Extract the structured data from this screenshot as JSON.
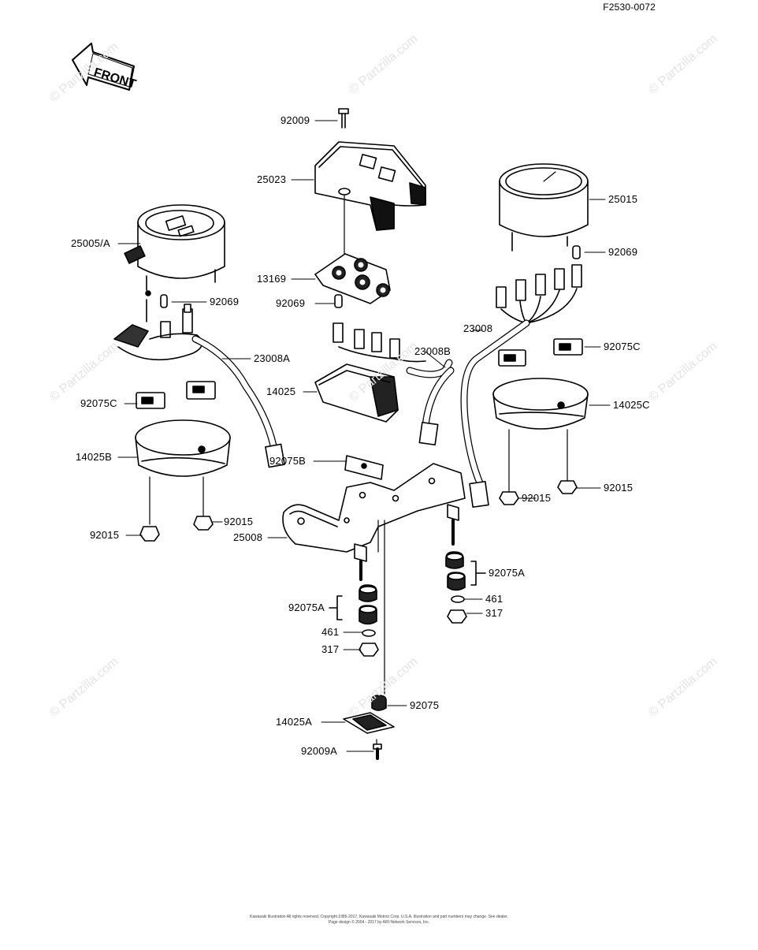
{
  "diagram_code": "F2530-0072",
  "front_arrow_label": "FRONT",
  "watermark": "© Partzilla.com",
  "labels": {
    "l92009": "92009",
    "l25023": "25023",
    "l25015": "25015",
    "l25005A": "25005/A",
    "l92069_right": "92069",
    "l13169": "13169",
    "l92069_center": "92069",
    "l92069_left": "92069",
    "l23008": "23008",
    "l23008A": "23008A",
    "l23008B": "23008B",
    "l92075C_right": "92075C",
    "l14025": "14025",
    "l14025C": "14025C",
    "l92075C_left": "92075C",
    "l14025B": "14025B",
    "l92075B": "92075B",
    "l92015_c": "92015",
    "l92015_r": "92015",
    "l92015_l2": "92015",
    "l92015_l1": "92015",
    "l25008": "25008",
    "l92075A_r": "92075A",
    "l461_r": "461",
    "l317_r": "317",
    "l92075A_l": "92075A",
    "l461_l": "461",
    "l317_l": "317",
    "l92075": "92075",
    "l14025A": "14025A",
    "l92009A": "92009A"
  },
  "footer": {
    "line1": "Kawasaki Illustration All rights reserved. Copyright 1985-2017, Kawasaki Motors Corp. U.S.A. Illustration and part numbers may change. See dealer.",
    "line2": "Page design © 2004 - 2017 by ARI Network Services, Inc."
  }
}
